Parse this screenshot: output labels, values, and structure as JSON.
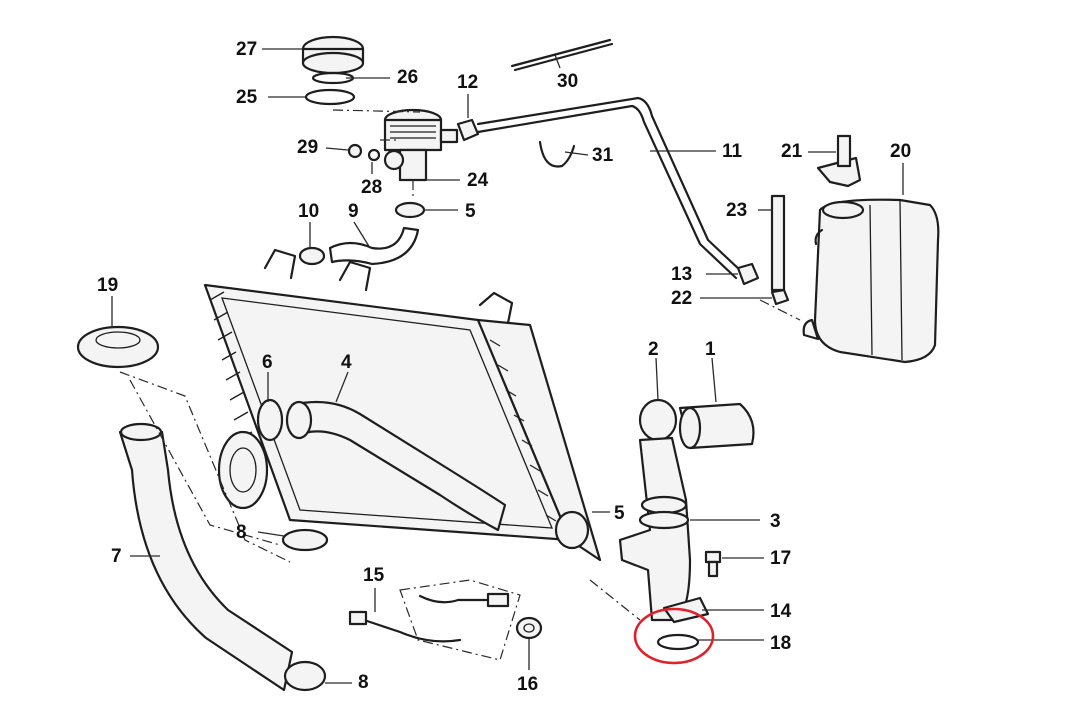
{
  "labels": {
    "l27": "27",
    "l26": "26",
    "l25": "25",
    "l30": "30",
    "l12": "12",
    "l29": "29",
    "l28": "28",
    "l24": "24",
    "l5a": "5",
    "l10": "10",
    "l9": "9",
    "l31": "31",
    "l11": "11",
    "l21": "21",
    "l20": "20",
    "l23": "23",
    "l13": "13",
    "l22": "22",
    "l19": "19",
    "l6": "6",
    "l4": "4",
    "l2": "2",
    "l1": "1",
    "l5b": "5",
    "l3": "3",
    "l8a": "8",
    "l7": "7",
    "l17": "17",
    "l15": "15",
    "l14": "14",
    "l18": "18",
    "l16": "16",
    "l8b": "8"
  },
  "colors": {
    "highlight": "#e0202a",
    "line": "#1e1e1e"
  }
}
